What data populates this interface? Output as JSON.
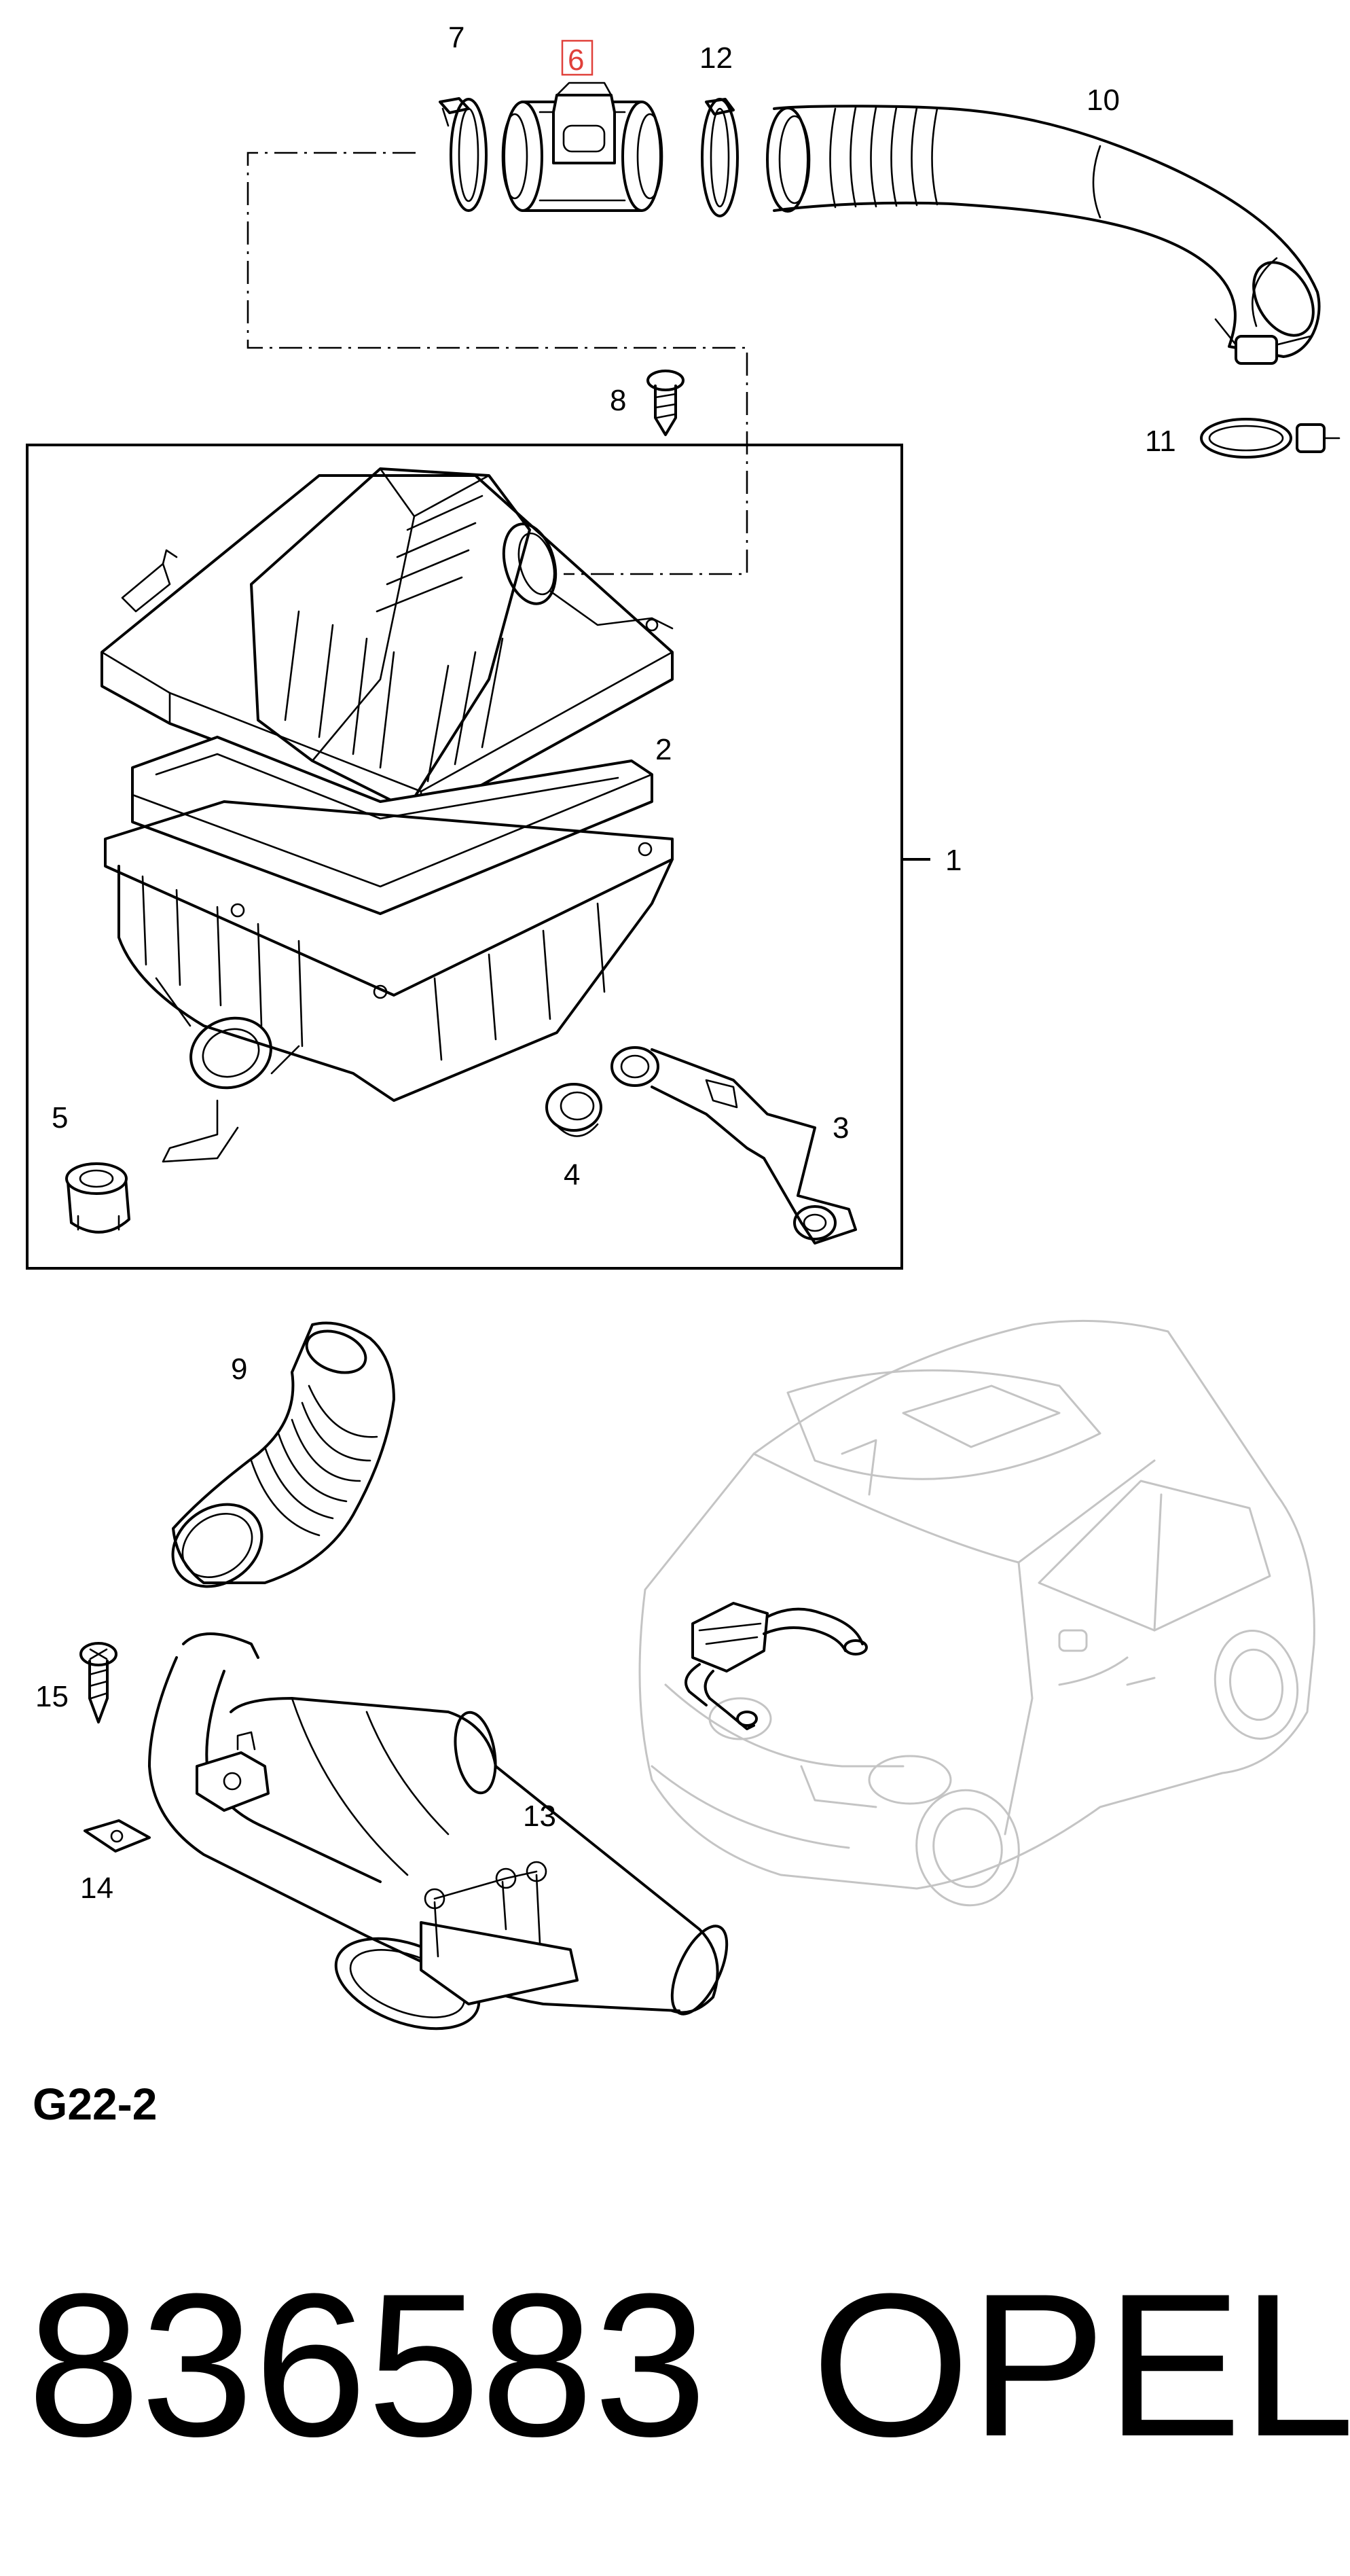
{
  "diagram": {
    "callouts": {
      "c1": "1",
      "c2": "2",
      "c3": "3",
      "c4": "4",
      "c5": "5",
      "c6": "6",
      "c7": "7",
      "c8": "8",
      "c9": "9",
      "c10": "10",
      "c11": "11",
      "c12": "12",
      "c13": "13",
      "c14": "14",
      "c15": "15"
    },
    "highlight_color": "#e0403a",
    "group_code": "G22-2"
  },
  "footer": {
    "part_number": "836583",
    "brand": "OPEL"
  }
}
